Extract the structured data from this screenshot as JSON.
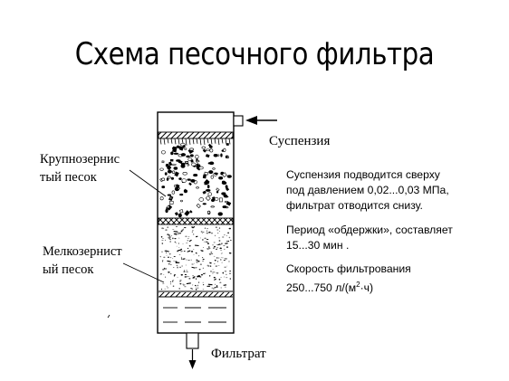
{
  "slide": {
    "title": "Схема песочного фильтра"
  },
  "diagram": {
    "inlet_label": "Суспензия",
    "outlet_label": "Фильтрат",
    "coarse_sand_label": [
      "Крупнозернис",
      "тый песок"
    ],
    "fine_sand_label": [
      "Мелкозернист",
      "ый песок"
    ]
  },
  "description": {
    "paragraph1": [
      "Суспензия подводится сверху",
      "под давлением 0,02...0,03 МПа,",
      "фильтрат отводится снизу."
    ],
    "paragraph2": [
      "Период «обдержки»,  составляет",
      "15...30 мин ."
    ],
    "paragraph3_line1": "Скорость фильтрования",
    "paragraph3_line2_prefix": "250...750  л/(м",
    "paragraph3_superscript": "2",
    "paragraph3_line2_suffix": "·ч)"
  }
}
